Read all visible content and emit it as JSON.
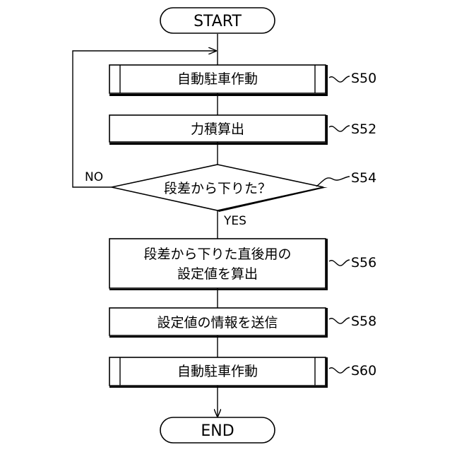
{
  "terminals": {
    "start": "START",
    "end": "END"
  },
  "steps": [
    {
      "id": "S50",
      "text": "自動駐車作動",
      "type": "subroutine"
    },
    {
      "id": "S52",
      "text": "力積算出",
      "type": "process"
    },
    {
      "id": "S54",
      "text": "段差から下りた？",
      "type": "decision",
      "yes": "YES",
      "no": "NO"
    },
    {
      "id": "S56",
      "lines": [
        "段差から下りた直後用の",
        "設定値を算出"
      ],
      "type": "process"
    },
    {
      "id": "S58",
      "text": "設定値の情報を送信",
      "type": "process"
    },
    {
      "id": "S60",
      "text": "自動駐車作動",
      "type": "subroutine"
    }
  ]
}
